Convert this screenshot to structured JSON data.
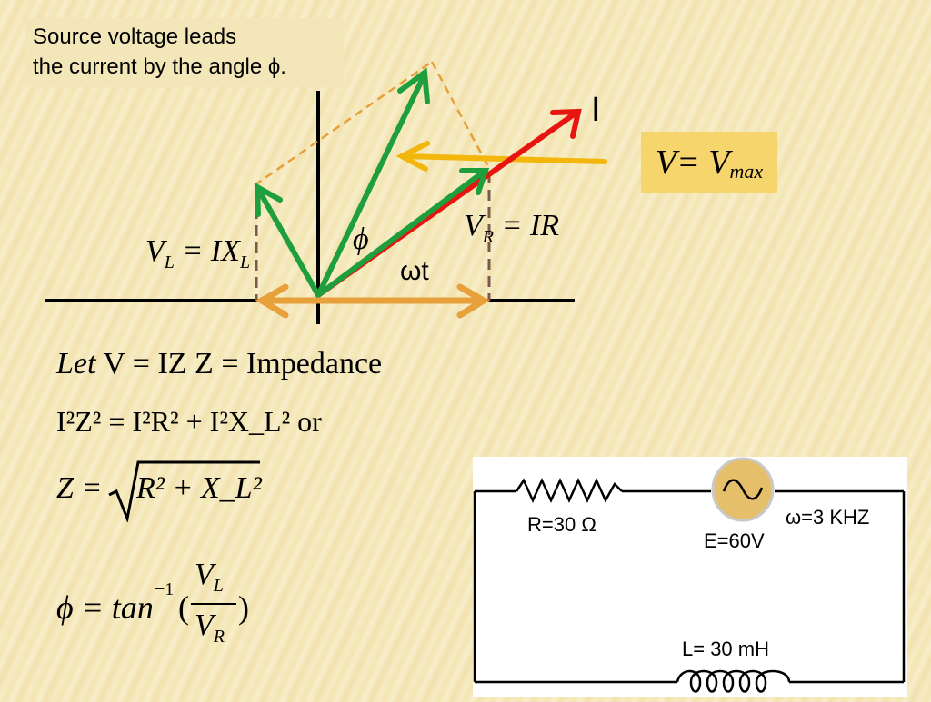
{
  "caption": {
    "line1": "Source voltage leads",
    "line2": "the current by the angle ϕ."
  },
  "phasor": {
    "current_label": "I",
    "vr_left": "V",
    "vr_sub": "R",
    "vr_right": " = IR",
    "vl_left": "V",
    "vl_sub": "L",
    "vl_right": " = IX",
    "vl_right_sub": "L",
    "phi": "ϕ",
    "omega_t": "ωt",
    "colors": {
      "current": "#e8140f",
      "voltage_vectors": "#1e9e3c",
      "source_arrow": "#f2b60c",
      "omega_t_arrow": "#e8a03a",
      "dashed_parallelogram": "#e8a03a",
      "dashed_projection": "#7a5a4a"
    }
  },
  "vmax": {
    "left": "V",
    "eq": " = V",
    "sub": "max"
  },
  "equations": {
    "eq1_let": "Let",
    "eq1_body": " V = IZ     Z = Impedance",
    "eq2": "I²Z² = I²R² + I²X_L² or",
    "eq3_lhs": "Z =",
    "eq3_rad": "R² + X_L²",
    "eq4_lhs": "ϕ = tan",
    "eq4_sup": "−1",
    "eq4_num": "V",
    "eq4_num_sub": "L",
    "eq4_den": "V",
    "eq4_den_sub": "R"
  },
  "circuit": {
    "resistor": "R=30 Ω",
    "source": "E=60V",
    "frequency": "ω=3 KHZ",
    "inductor": "L= 30 mH",
    "source_color": "#e6bf6b"
  }
}
